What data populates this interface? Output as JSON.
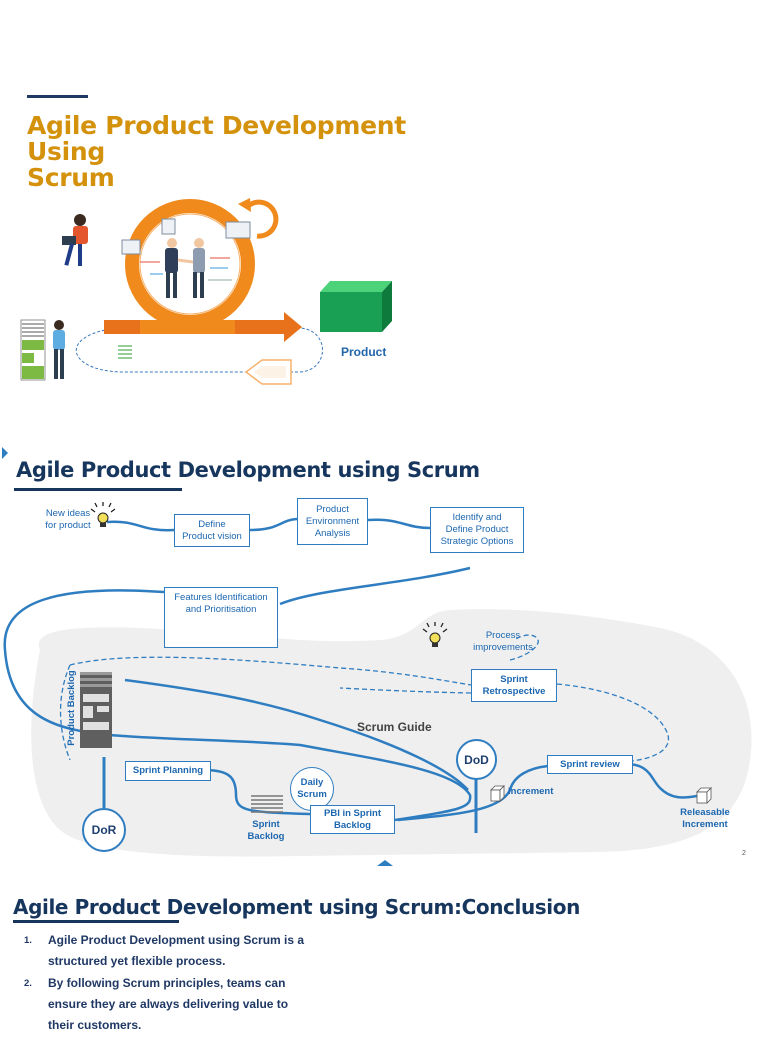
{
  "slide1": {
    "title_line1": "Agile Product Development Using",
    "title_line2": "Scrum",
    "product_label": "Product"
  },
  "slide2": {
    "title": "Agile Product Development using Scrum",
    "new_ideas_line1": "New ideas",
    "new_ideas_line2": "for product",
    "define_vision_line1": "Define",
    "define_vision_line2": "Product vision",
    "env_analysis_line1": "Product",
    "env_analysis_line2": "Environment",
    "env_analysis_line3": "Analysis",
    "strategic_line1": "Identify and",
    "strategic_line2": "Define Product",
    "strategic_line3": "Strategic Options",
    "features_line1": "Features Identification",
    "features_line2": "and Prioritisation",
    "process_improvements_line1": "Process",
    "process_improvements_line2": "improvements",
    "retro_line1": "Sprint",
    "retro_line2": "Retrospective",
    "product_backlog": "Product Backlog",
    "scrum_guide": "Scrum Guide",
    "sprint_planning": "Sprint Planning",
    "daily_scrum_line1": "Daily",
    "daily_scrum_line2": "Scrum",
    "dod": "DoD",
    "dor": "DoR",
    "sprint_review": "Sprint review",
    "increment": "Increment",
    "pbi_line1": "PBI in Sprint",
    "pbi_line2": "Backlog",
    "sprint_backlog_line1": "Sprint",
    "sprint_backlog_line2": "Backlog",
    "releasable_line1": "Releasable",
    "releasable_line2": "Increment",
    "page_number": "2"
  },
  "slide3": {
    "title": "Agile Product Development using Scrum:Conclusion",
    "items": [
      {
        "num": "1.",
        "line1": "Agile Product Development using Scrum is a",
        "line2": "structured yet flexible process."
      },
      {
        "num": "2.",
        "line1": "By following Scrum principles, teams can",
        "line2": "ensure they are always delivering value to",
        "line3": "their customers."
      }
    ]
  },
  "colors": {
    "orange": "#f08a1c",
    "accent_gold": "#d4910b",
    "navy": "#17365d",
    "flow_blue": "#2f7dc1",
    "product_green": "#1aa055"
  }
}
